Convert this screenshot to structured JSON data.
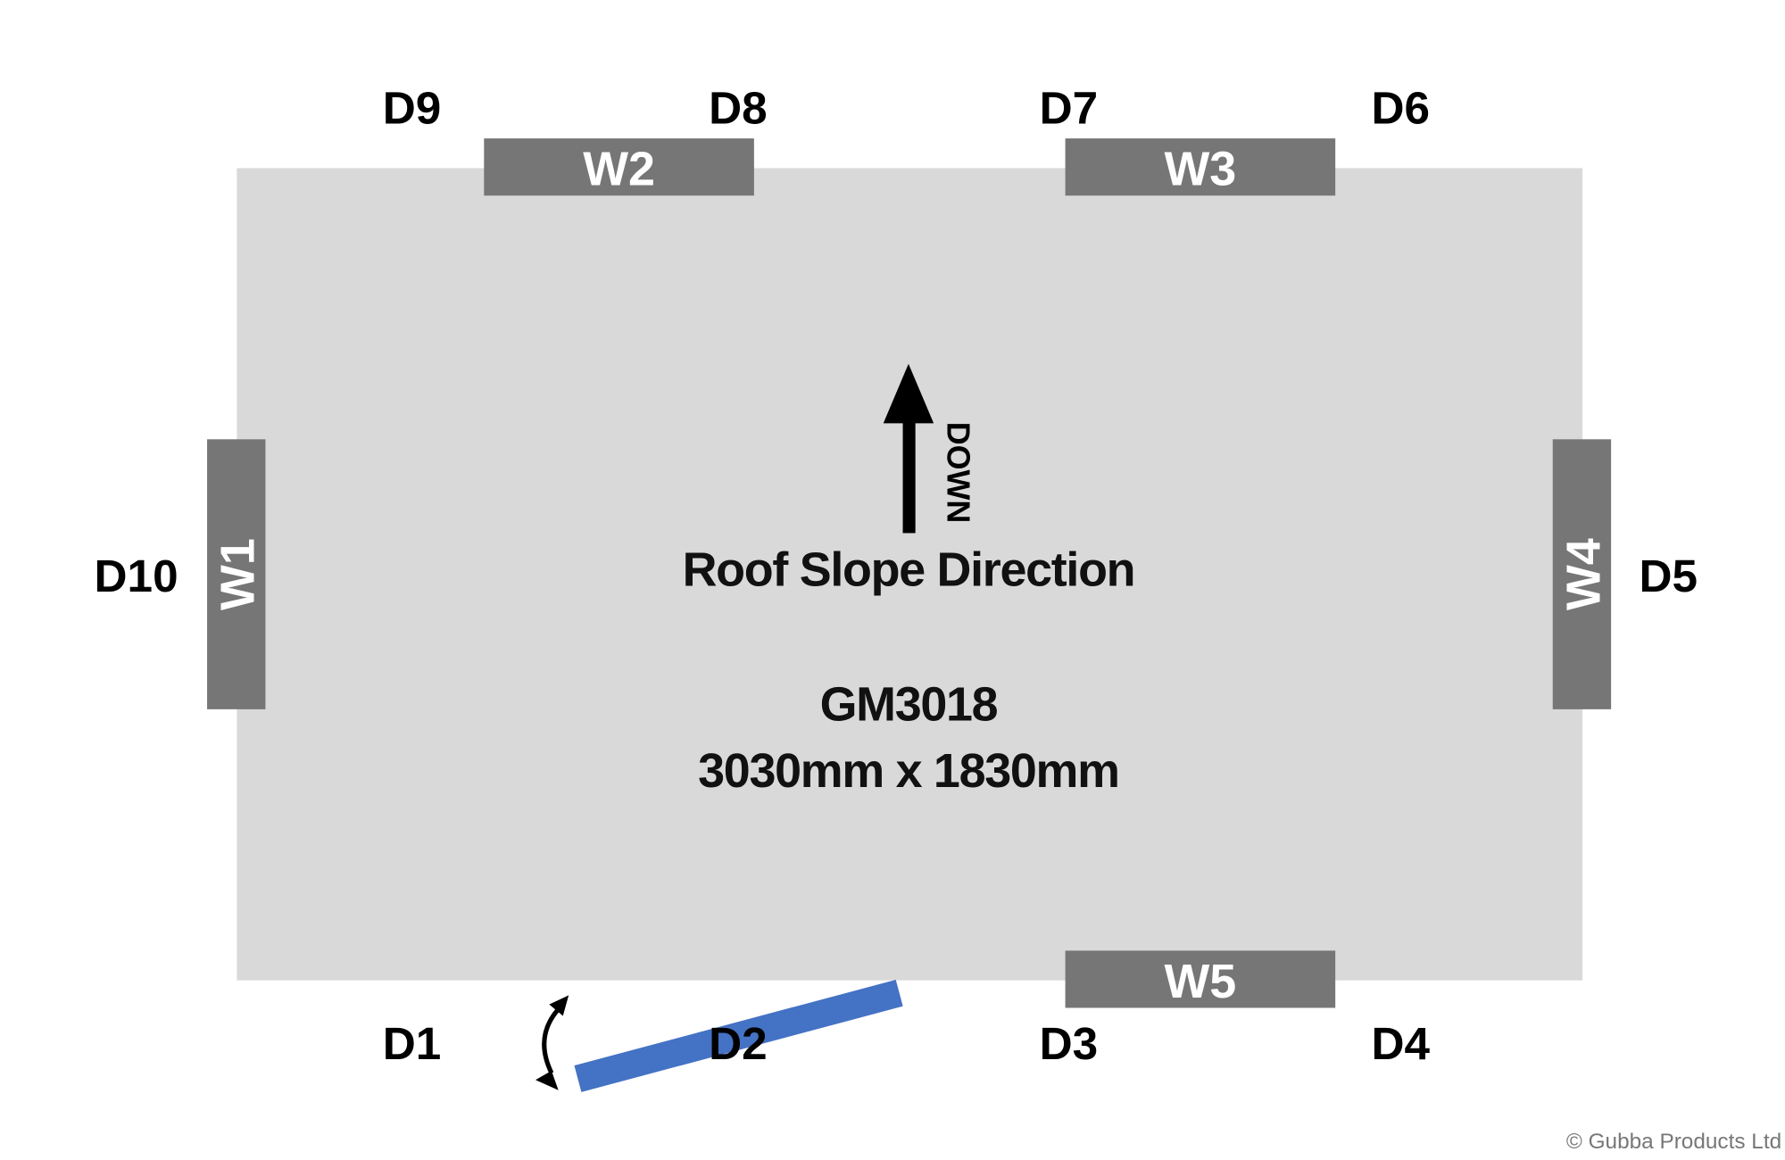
{
  "colors": {
    "base": "#d9d9d9",
    "window": "#767676",
    "door": "#4472c4",
    "text": "#000000"
  },
  "doors": {
    "d1": "D1",
    "d2": "D2",
    "d3": "D3",
    "d4": "D4",
    "d5": "D5",
    "d6": "D6",
    "d7": "D7",
    "d8": "D8",
    "d9": "D9",
    "d10": "D10"
  },
  "windows": {
    "w1": "W1",
    "w2": "W2",
    "w3": "W3",
    "w4": "W4",
    "w5": "W5"
  },
  "slope": {
    "direction_label": "DOWN",
    "title": "Roof Slope Direction"
  },
  "model": {
    "code": "GM3018",
    "size": "3030mm x 1830mm"
  },
  "copyright": "© Gubba Products Ltd"
}
